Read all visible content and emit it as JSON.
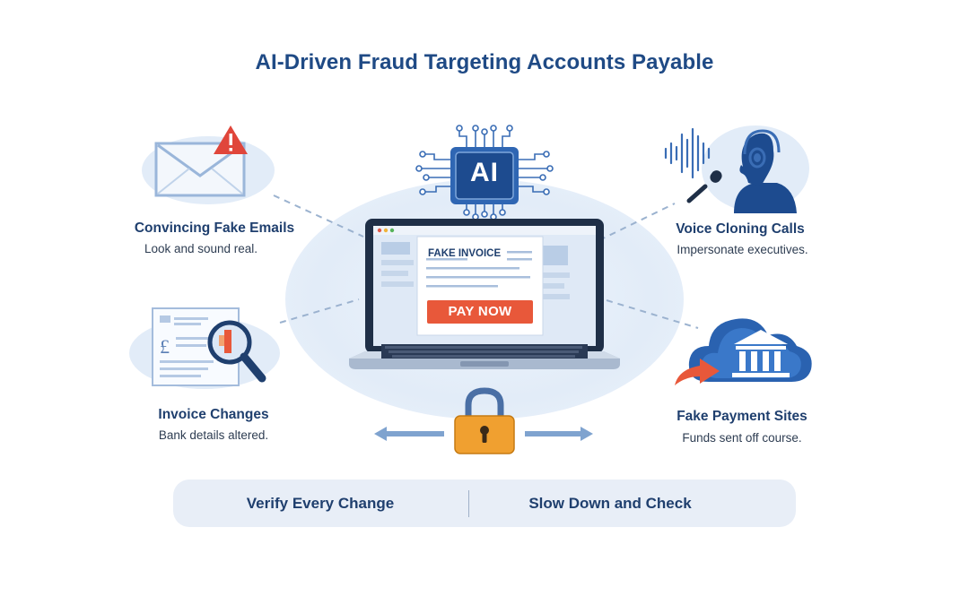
{
  "title": "AI-Driven Fraud Targeting Accounts Payable",
  "center": {
    "chip_label": "AI",
    "invoice_title": "FAKE INVOICE",
    "pay_button": "PAY NOW"
  },
  "threats": [
    {
      "title": "Convincing Fake Emails",
      "subtitle": "Look and sound real.",
      "icon": "email-warning-icon"
    },
    {
      "title": "Voice Cloning Calls",
      "subtitle": "Impersonate executives.",
      "icon": "voice-cloning-icon"
    },
    {
      "title": "Invoice Changes",
      "subtitle": "Bank details altered.",
      "icon": "invoice-magnifier-icon"
    },
    {
      "title": "Fake Payment Sites",
      "subtitle": "Funds sent off course.",
      "icon": "bank-cloud-icon"
    }
  ],
  "bottom_bar": {
    "left": "Verify Every Change",
    "right": "Slow Down and Check"
  },
  "colors": {
    "title": "#1f4a85",
    "accent_blue": "#2a62b0",
    "dark_navy": "#1f3f6e",
    "warning_red": "#e0463b",
    "pay_orange": "#e8583a",
    "lock_orange": "#f0a030",
    "halo": "#e2ecf8",
    "bar_bg": "#e8eef7"
  }
}
